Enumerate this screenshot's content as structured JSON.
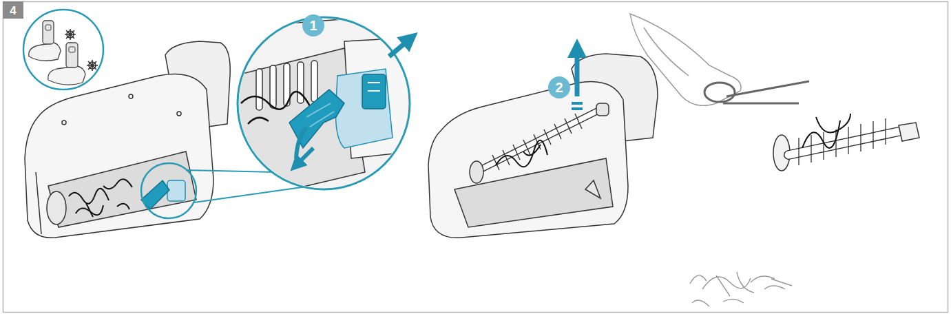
{
  "diagram": {
    "labels": [
      "4",
      "1",
      "2"
    ]
  }
}
